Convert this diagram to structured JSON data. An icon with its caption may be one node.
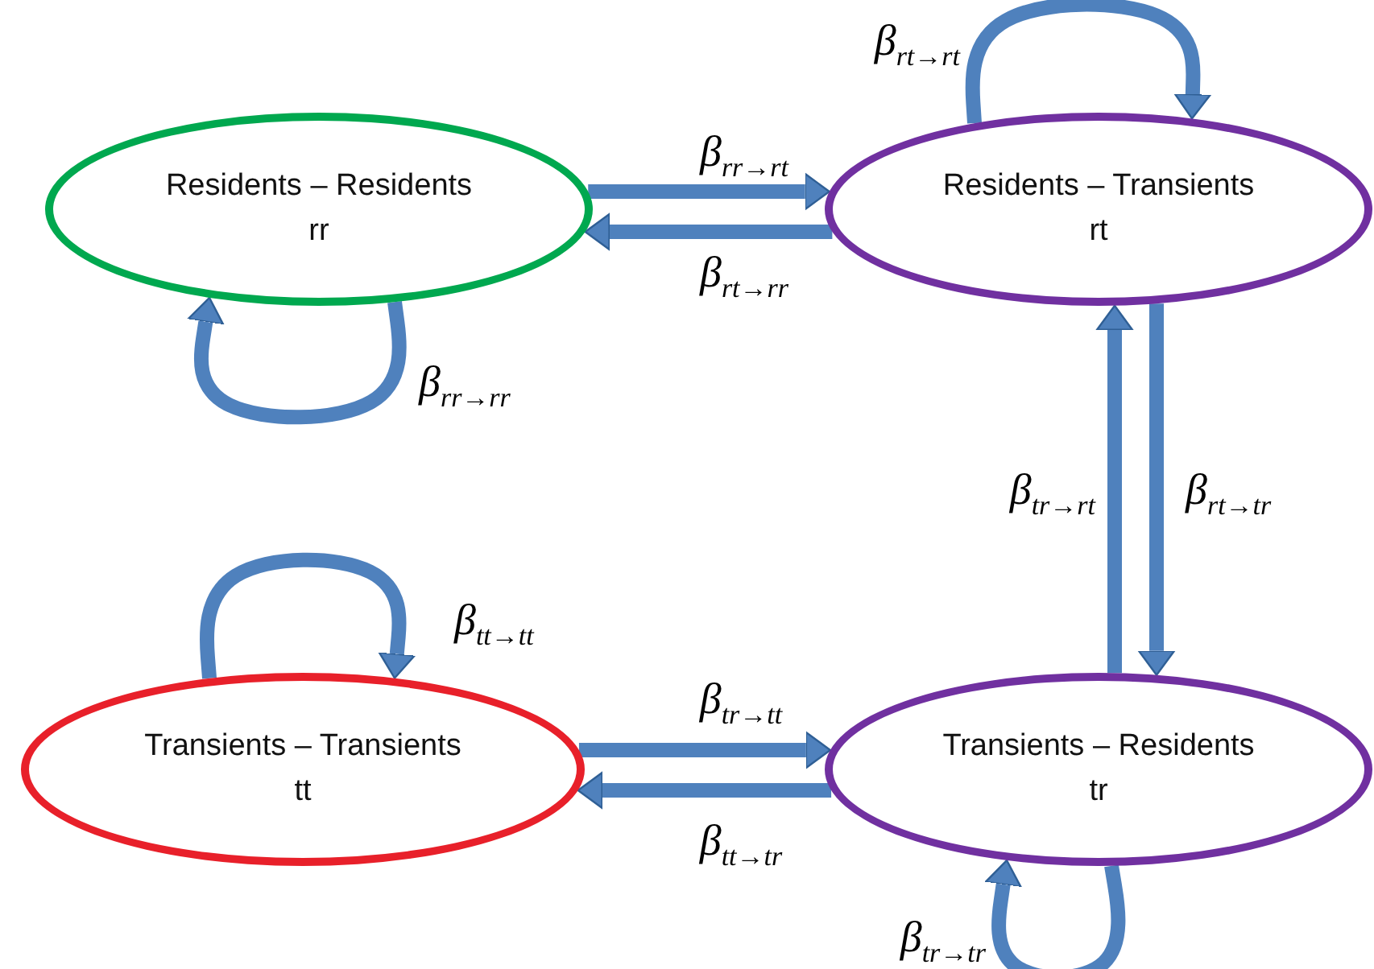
{
  "diagram": {
    "nodes": [
      {
        "text": [
          "Residents – Residents",
          "rr"
        ]
      },
      {
        "text": [
          "Residents – Transients",
          "rt"
        ]
      },
      {
        "text": [
          "Transients – Transients",
          "tt"
        ]
      },
      {
        "text": [
          "Transients – Residents",
          "tr"
        ]
      }
    ],
    "edges": [
      {
        "from": 0,
        "to": 0,
        "arrow": "to",
        "label": "β$_{rr→rr}$"
      },
      {
        "from": 0,
        "to": 1,
        "arrow": "to",
        "label": "β$_{rr→rt}$"
      },
      {
        "from": 1,
        "to": 0,
        "arrow": "to",
        "label": "β$_{rt→rr}$"
      },
      {
        "from": 1,
        "to": 1,
        "arrow": "to",
        "label": "β$_{rt→rt}$"
      },
      {
        "from": 3,
        "to": 1,
        "arrow": "to",
        "label": "β$_{tr→rt}$"
      },
      {
        "from": 1,
        "to": 3,
        "arrow": "to",
        "label": "β$_{rt→tr}$"
      },
      {
        "from": 2,
        "to": 2,
        "arrow": "to",
        "label": "β$_{tt→tt}$"
      },
      {
        "from": 2,
        "to": 3,
        "arrow": "to",
        "label": "β$_{tr→tt}$"
      },
      {
        "from": 3,
        "to": 2,
        "arrow": "to",
        "label": "β$_{tt→tr}$"
      },
      {
        "from": 3,
        "to": 3,
        "arrow": "to",
        "label": "β$_{tr→tr}$"
      }
    ]
  }
}
